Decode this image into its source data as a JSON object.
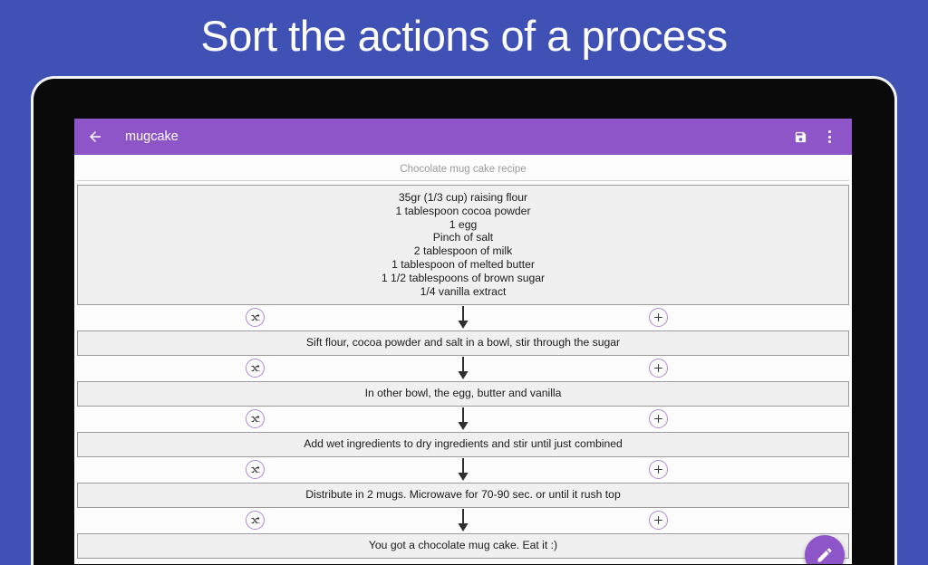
{
  "promo": {
    "headline": "Sort the actions of a process"
  },
  "app": {
    "back_icon": "arrow-left-icon",
    "title": "mugcake",
    "save_icon": "save-floppy-icon",
    "overflow_icon": "overflow-menu-icon",
    "accent_color": "#8e55c8",
    "background_color": "#3f51b5"
  },
  "document": {
    "title": "Chocolate mug cake recipe",
    "ingredients": [
      "35gr (1/3 cup) raising flour",
      "1 tablespoon cocoa powder",
      "1 egg",
      "Pinch of salt",
      "2 tablespoon of milk",
      "1 tablespoon of melted butter",
      "1 1/2 tablespoons of brown sugar",
      "1/4 vanilla extract"
    ],
    "steps": [
      "Sift flour, cocoa powder and salt in a bowl, stir through the sugar",
      "In other bowl, the egg, butter and vanilla",
      "Add wet ingredients to dry ingredients and stir until just combined",
      "Distribute in 2 mugs. Microwave for 70-90 sec. or until it rush top",
      "You got a chocolate mug cake. Eat it :)"
    ],
    "connector": {
      "shuffle_icon": "shuffle-icon",
      "add_icon": "plus-circle-icon",
      "arrow_icon": "arrow-down-icon"
    }
  },
  "fab": {
    "icon": "pencil-edit-icon"
  }
}
